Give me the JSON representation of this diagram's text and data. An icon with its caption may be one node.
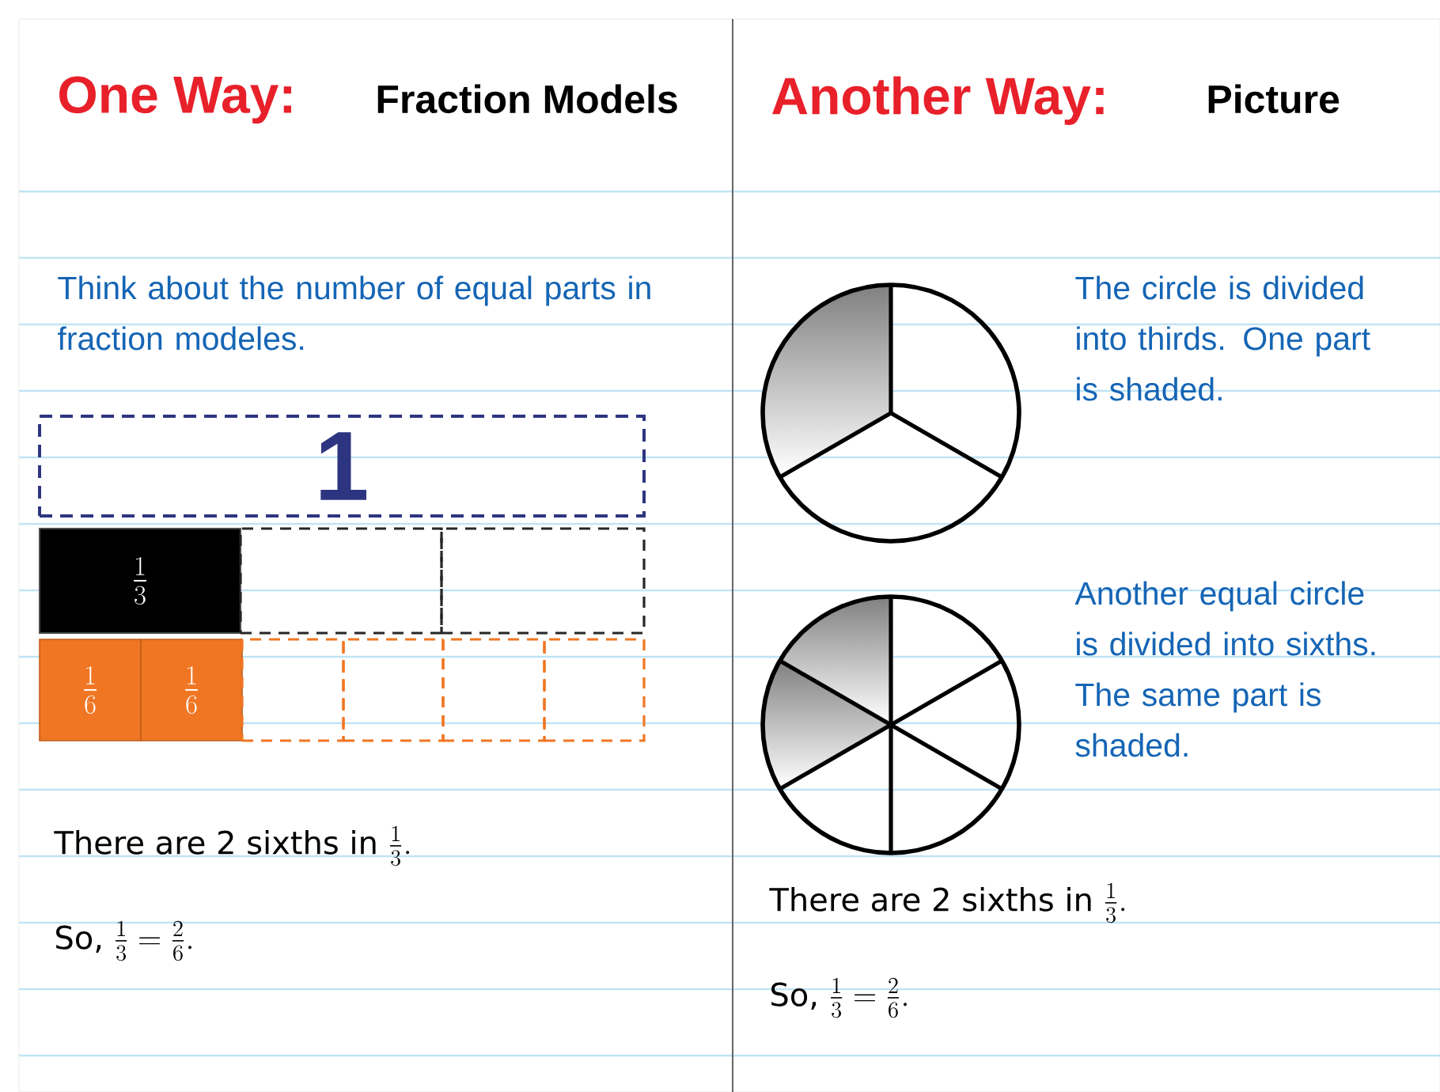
{
  "diagram": {
    "nodes": [
      {
        "text": [
          "1"
        ]
      },
      {
        "text": [
          "\\frac{1}{3}"
        ]
      },
      {
        "text": [],
        "shape": "box"
      },
      {
        "text": [],
        "shape": "box"
      },
      {
        "text": [
          "\\frac{1}{6}"
        ]
      },
      {
        "text": [
          "\\frac{1}{6}"
        ]
      },
      {
        "text": [],
        "shape": "box"
      },
      {
        "text": [],
        "shape": "box"
      },
      {
        "text": [],
        "shape": "box"
      },
      {
        "text": [],
        "shape": "box"
      }
    ],
    "edges": [],
    "labels": [
      "One Way:",
      "Fraction Models",
      "Another Way:",
      "Picture",
      "Think about the number of equal parts in fraction modeles.",
      "The circle is divided into thirds. One part is shaded.",
      "Another equal circle is divided into sixths. The same part is shaded.",
      "\\text{There are 2 sixths in }\\frac{1}{3}.",
      "\\text{So, }\\frac{1}{3}=\\frac{2}{6}.",
      "\\text{There are 2 sixths in }\\frac{1}{3}.",
      "\\text{So, }\\frac{1}{3}=\\frac{2}{6}."
    ]
  }
}
